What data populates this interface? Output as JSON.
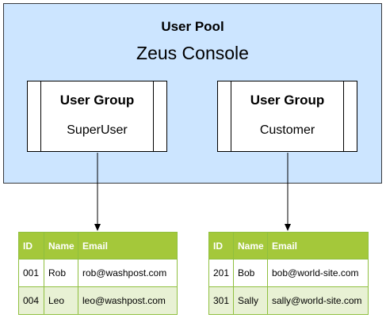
{
  "pool": {
    "title": "User Pool",
    "name": "Zeus Console"
  },
  "groups": [
    {
      "title": "User Group",
      "name": "SuperUser"
    },
    {
      "title": "User Group",
      "name": "Customer"
    }
  ],
  "tables": [
    {
      "headers": [
        "ID",
        "Name",
        "Email"
      ],
      "rows": [
        [
          "001",
          "Rob",
          "rob@washpost.com"
        ],
        [
          "004",
          "Leo",
          "leo@washpost.com"
        ]
      ]
    },
    {
      "headers": [
        "ID",
        "Name",
        "Email"
      ],
      "rows": [
        [
          "201",
          "Bob",
          "bob@world-site.com"
        ],
        [
          "301",
          "Sally",
          "sally@world-site.com"
        ]
      ]
    }
  ],
  "colors": {
    "pool_fill": "#cce5ff",
    "header_fill": "#a4c83a",
    "alt_row_fill": "#e8f1d4"
  }
}
